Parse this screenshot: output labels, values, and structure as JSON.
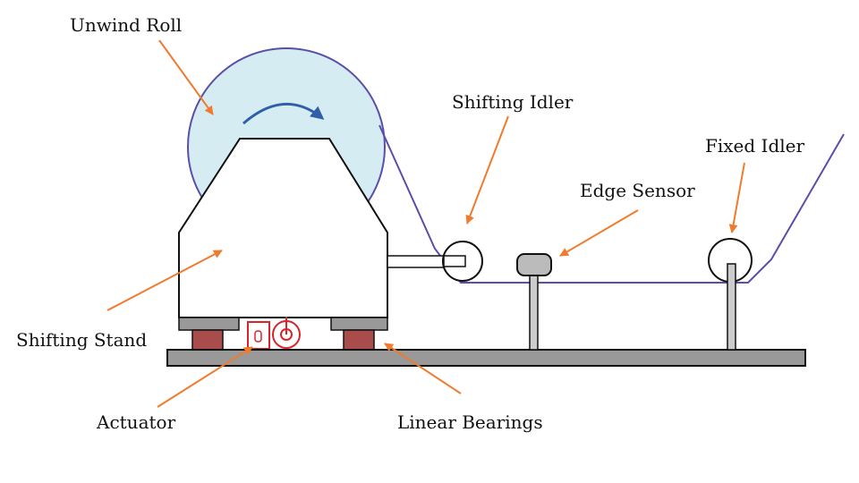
{
  "labels": {
    "unwind_roll": "Unwind Roll",
    "shifting_idler": "Shifting Idler",
    "fixed_idler": "Fixed Idler",
    "edge_sensor": "Edge Sensor",
    "shifting_stand": "Shifting Stand",
    "actuator": "Actuator",
    "linear_bearings": "Linear Bearings"
  },
  "colors": {
    "arrow": "#f07b2e",
    "web": "#5a4fa8",
    "roll_fill": "#d6ecf3",
    "rotation_arrow": "#2f5fa8",
    "base": "#999999",
    "bearing_block": "#a94c4c",
    "actuator": "#d9252a"
  }
}
